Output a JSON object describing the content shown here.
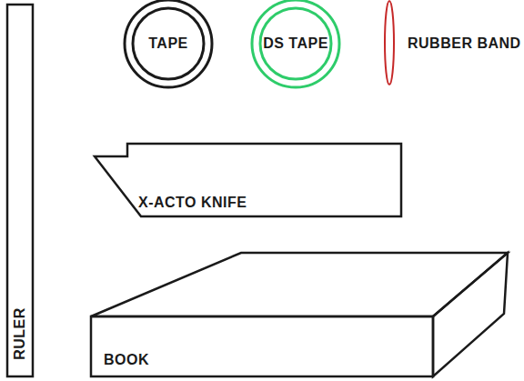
{
  "diagram": {
    "nodes": [
      {
        "text": [
          "RULER"
        ]
      },
      {
        "text": [
          "TAPE"
        ]
      },
      {
        "text": [
          "DS TAPE"
        ]
      },
      {
        "text": [
          "RUBBER BAND"
        ]
      },
      {
        "text": [
          "X-ACTO KNIFE"
        ]
      },
      {
        "text": [
          "BOOK"
        ]
      }
    ]
  }
}
